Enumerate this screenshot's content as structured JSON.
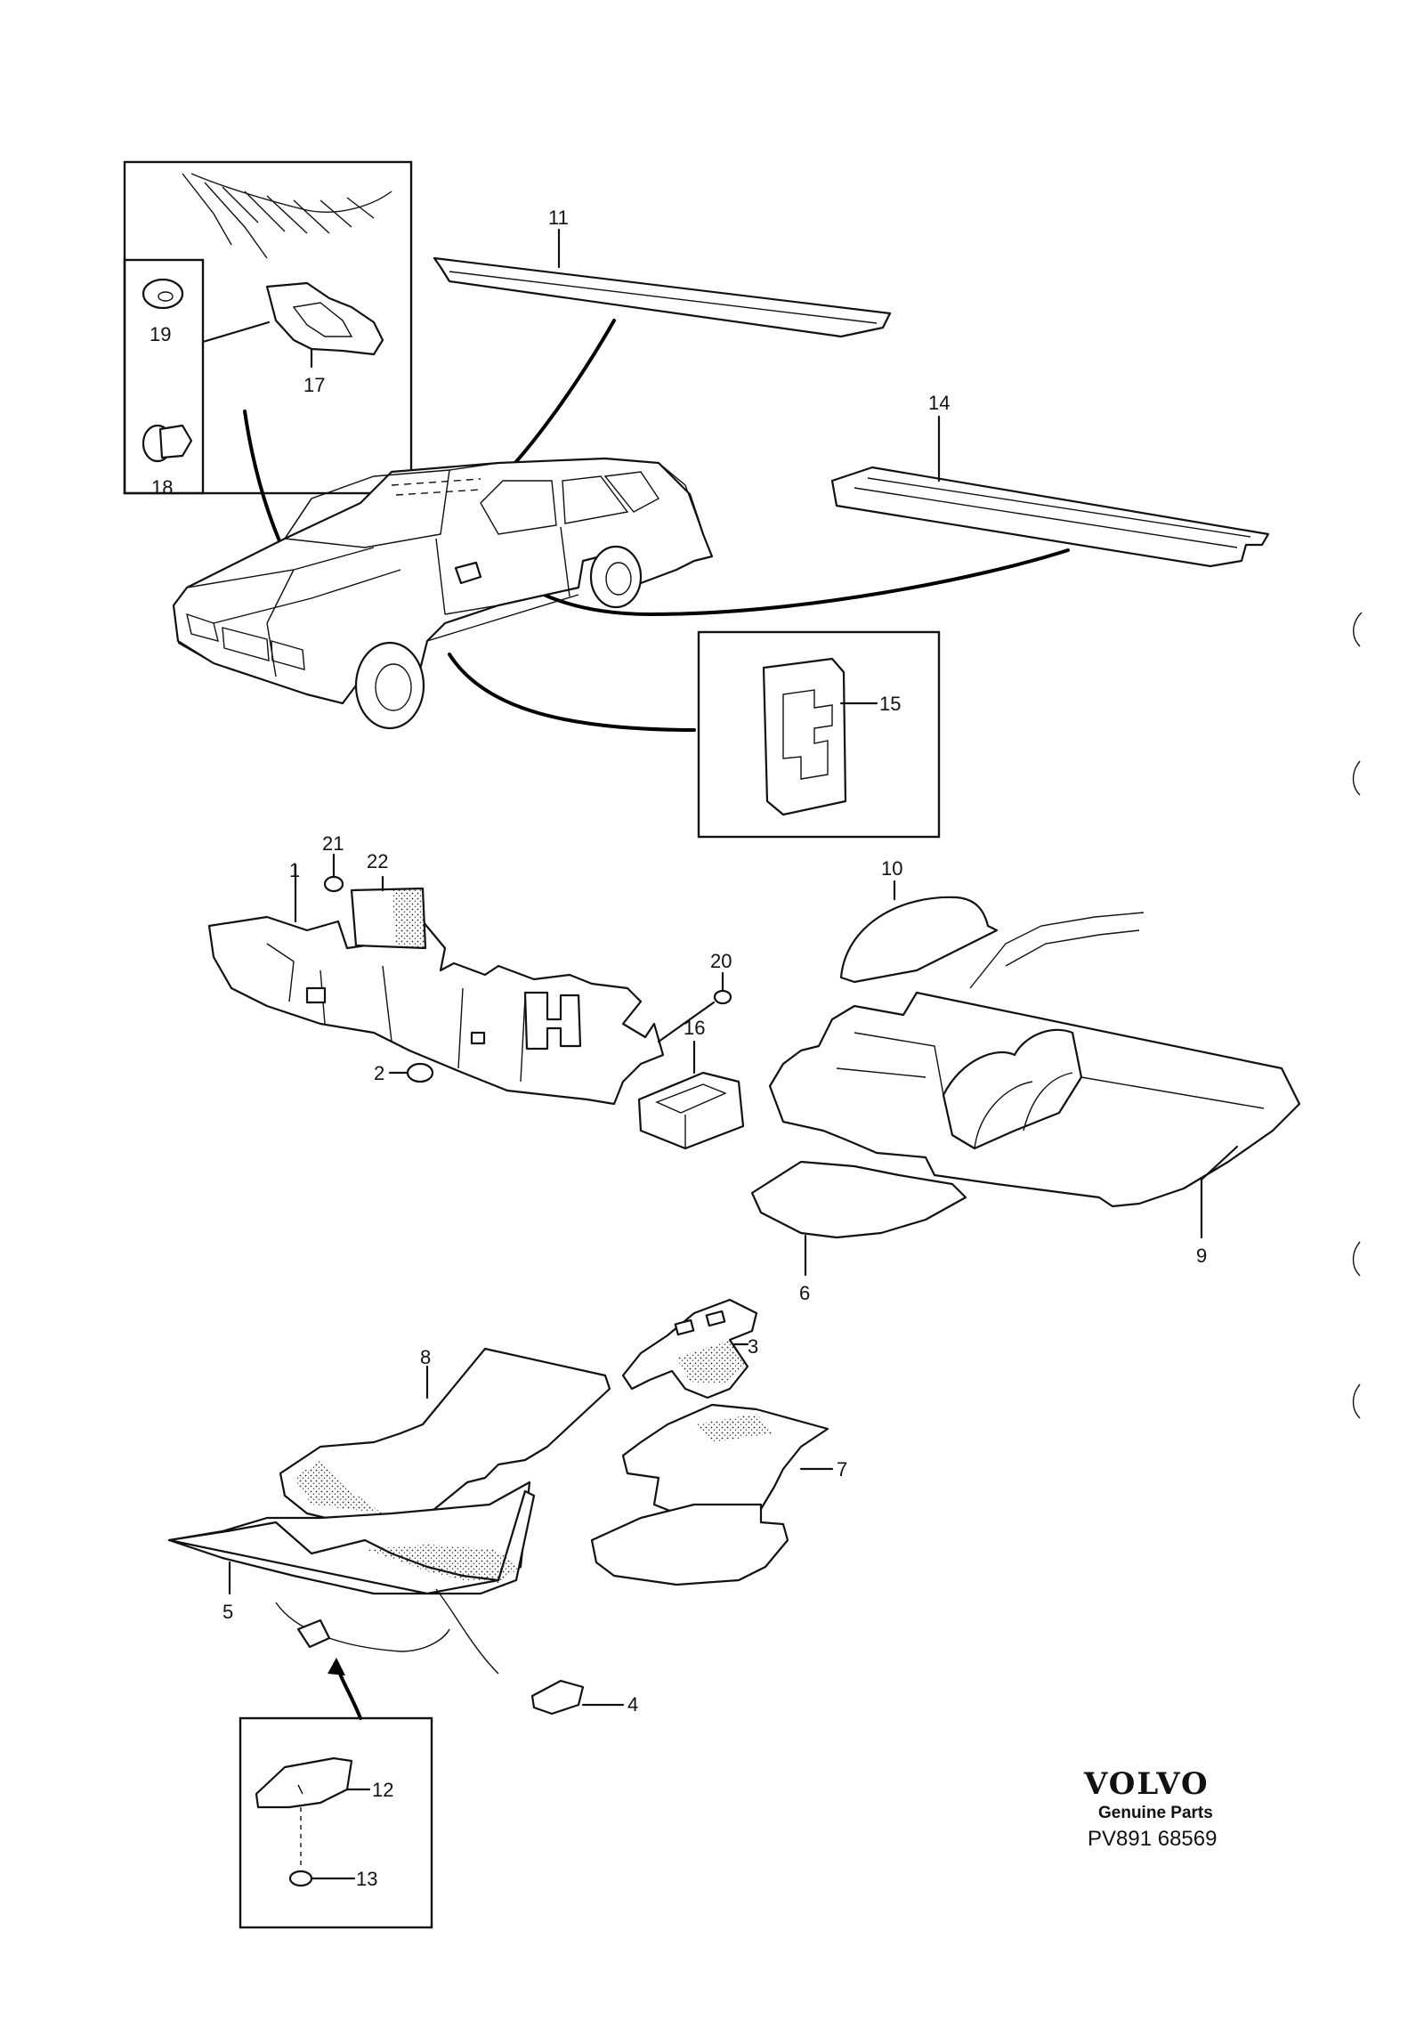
{
  "callouts": {
    "c1": "1",
    "c2": "2",
    "c3": "3",
    "c4": "4",
    "c5": "5",
    "c6": "6",
    "c7": "7",
    "c8": "8",
    "c9": "9",
    "c10": "10",
    "c11": "11",
    "c12": "12",
    "c13": "13",
    "c14": "14",
    "c15": "15",
    "c16": "16",
    "c17": "17",
    "c18": "18",
    "c19": "19",
    "c20": "20",
    "c21": "21",
    "c22": "22"
  },
  "brand": {
    "logo": "VOLVO",
    "tagline": "Genuine Parts",
    "code": "PV891 68569"
  }
}
